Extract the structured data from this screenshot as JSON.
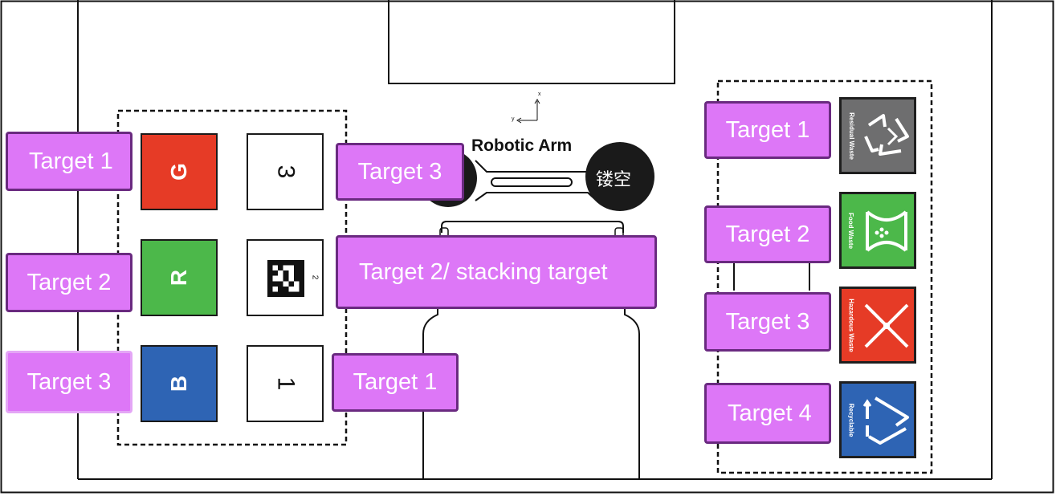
{
  "arm": {
    "title": "Robotic Arm",
    "hollow_text": "镂空",
    "axis_x": "x",
    "axis_y": "y"
  },
  "left_grid": {
    "labels": [
      "Target 1",
      "Target 2",
      "Target 3"
    ],
    "color_blocks": [
      {
        "letter": "G",
        "color": "#e63b26"
      },
      {
        "letter": "R",
        "color": "#4cb84a"
      },
      {
        "letter": "B",
        "color": "#2e64b4"
      }
    ],
    "number_blocks": [
      "3",
      "2",
      "1"
    ],
    "marker_number": "2"
  },
  "center": {
    "target3_label": "Target 3",
    "stacking_label": "Target 2/ stacking target",
    "target1_label": "Target 1"
  },
  "bins": {
    "labels": [
      "Target 1",
      "Target 2",
      "Target 3",
      "Target 4"
    ],
    "items": [
      {
        "name": "Residual Waste",
        "color": "#6e6e6f",
        "icon": "residual-waste-icon"
      },
      {
        "name": "Food Waste",
        "color": "#4cb84a",
        "icon": "food-waste-icon"
      },
      {
        "name": "Hazardous Waste",
        "color": "#e63b26",
        "icon": "hazardous-waste-icon"
      },
      {
        "name": "Recyclable",
        "color": "#2e64b4",
        "icon": "recyclable-icon"
      }
    ]
  },
  "colors": {
    "label_fill": "#dd77f7",
    "label_border": "#6a2a80"
  }
}
